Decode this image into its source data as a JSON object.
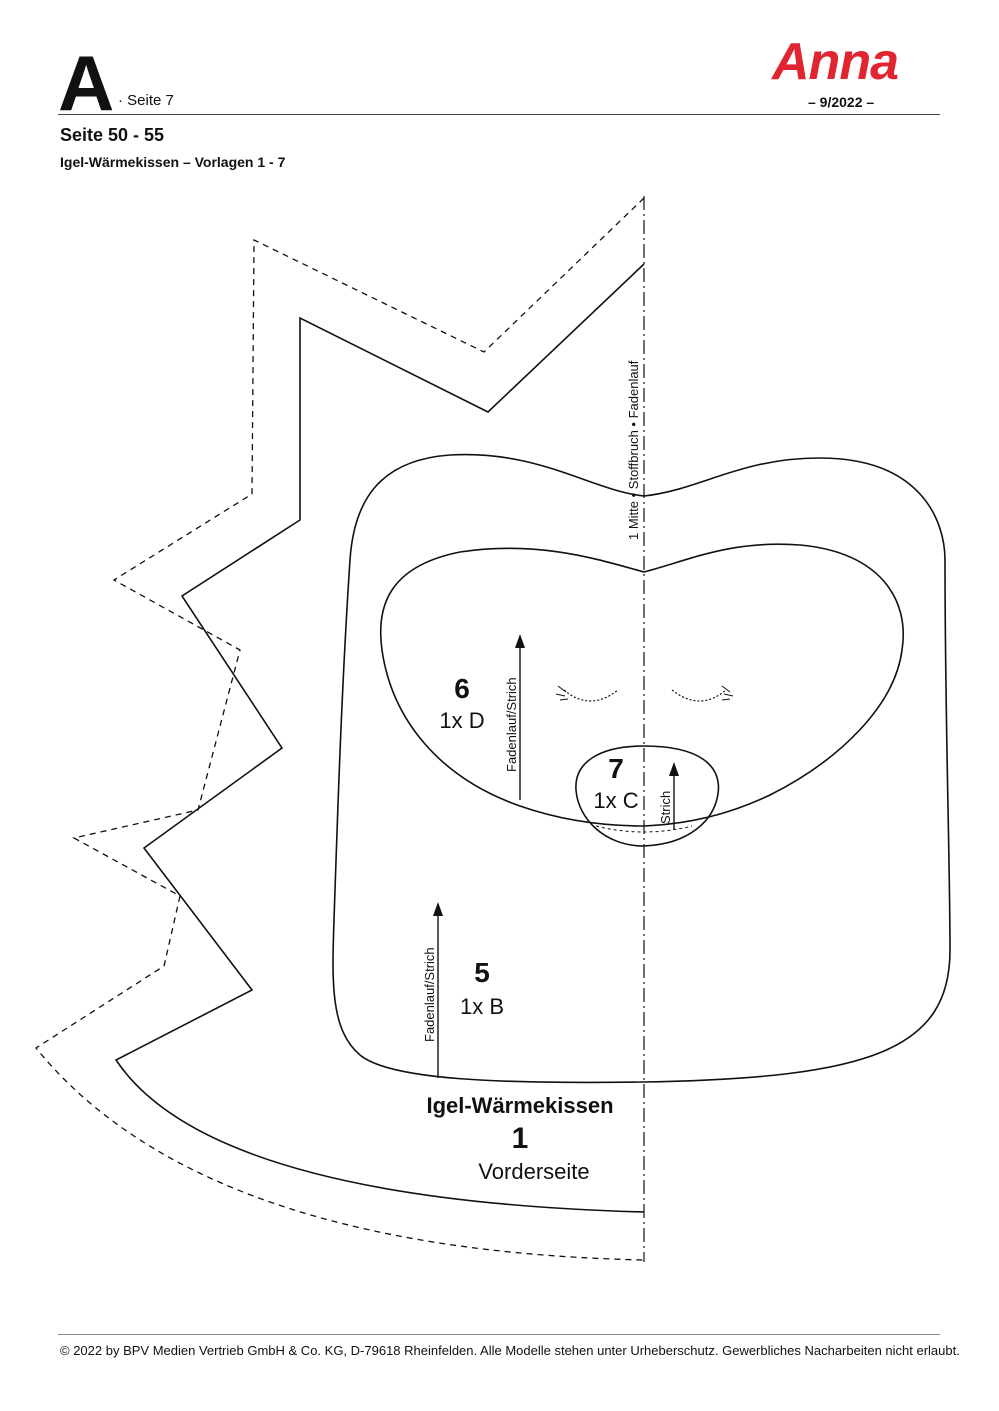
{
  "header": {
    "section_letter": "A",
    "page_label": "· Seite 7",
    "brand": "Anna",
    "issue": "– 9/2022 –",
    "brand_color": "#e02430"
  },
  "title": {
    "pages": "Seite 50 - 55",
    "subtitle": "Igel-Wärmekissen – Vorlagen 1 - 7"
  },
  "pattern": {
    "fold_label": "1  Mitte • Stoffbruch • Fadenlauf",
    "piece_1": {
      "name": "Igel-Wärmekissen",
      "number": "1",
      "label": "Vorderseite"
    },
    "piece_5": {
      "number": "5",
      "count": "1x B",
      "grain": "Fadenlauf/Strich"
    },
    "piece_6": {
      "number": "6",
      "count": "1x D",
      "grain": "Fadenlauf/Strich"
    },
    "piece_7": {
      "number": "7",
      "count": "1x C",
      "grain": "Strich"
    }
  },
  "footer": {
    "copyright": "© 2022 by BPV Medien Vertrieb GmbH & Co. KG, D-79618 Rheinfelden. Alle Modelle stehen unter Urheberschutz. Gewerbliches Nacharbeiten nicht erlaubt."
  }
}
